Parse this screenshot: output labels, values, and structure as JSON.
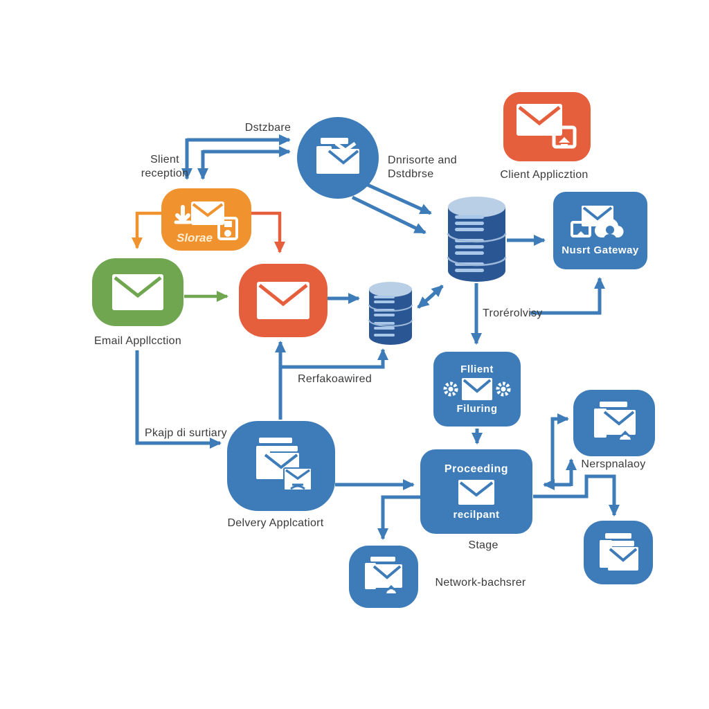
{
  "diagram_title": "Email processing flow diagram",
  "colors": {
    "connector_blue": "#3d7cb8",
    "node_blue": "#3d7cb8",
    "db_body": "#2a5694",
    "db_top": "#b9cfe6",
    "db_stripe": "#a9c7e8",
    "orange": "#f0932f",
    "red_orange": "#e65f3d",
    "green": "#6fa64f",
    "label_text": "#3a3a3a"
  },
  "nodes": {
    "storage": {
      "title": "Slorae"
    },
    "archive_circle": {
      "caption": "Dnrisorte and\nDstdbrse"
    },
    "email_app": {
      "caption": "Email Appllcction"
    },
    "client_app": {
      "caption": "Client Applicztion"
    },
    "gateway": {
      "title": "Nusrt Gateway"
    },
    "filtering": {
      "title_top": "Fllient",
      "title_bottom": "Filuring"
    },
    "processing": {
      "title_top": "Proceeding",
      "title_bottom": "recilpant",
      "caption": "Stage"
    },
    "delivery": {
      "caption": "Delvery Applcatiort"
    },
    "relay": {
      "caption": "Nerspnalaoy"
    },
    "network_server": {
      "caption": "Network-bachsrer"
    }
  },
  "edge_labels": {
    "database": "Dstzbare",
    "client_reception": "Slient\nreception",
    "transfer_delivery": "Trorérolvisy",
    "retrieved": "Rerfakoawired",
    "delivery_path": "Pkajp di surtiary"
  }
}
